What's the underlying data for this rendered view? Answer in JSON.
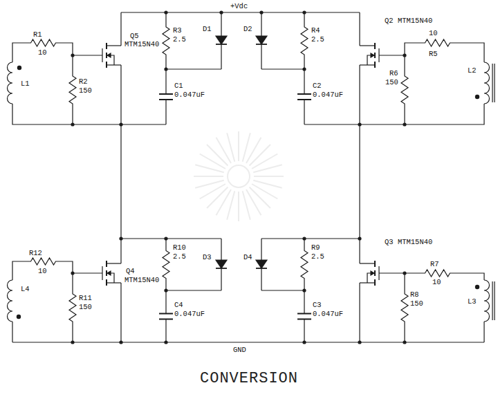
{
  "diagram": {
    "caption": "CONVERSION",
    "labels": [
      "+Vdc",
      "R1",
      "10",
      "L1",
      "R2",
      "150",
      "Q5",
      "MTM15N40",
      "R3",
      "2.5",
      "D1",
      "C1",
      "0.047uF",
      "D2",
      "R4",
      "2.5",
      "C2",
      "0.047uF",
      "Q2 MTM15N40",
      "10",
      "R5",
      "R6",
      "150",
      "L2",
      "R12",
      "10",
      "L4",
      "R11",
      "150",
      "Q4",
      "MTM15N40",
      "R10",
      "2.5",
      "D3",
      "C4",
      "0.047uF",
      "D4",
      "R9",
      "2.5",
      "C3",
      "0.047uF",
      "Q3 MTM15N40",
      "R7",
      "10",
      "R8",
      "150",
      "L3",
      "GND"
    ]
  }
}
